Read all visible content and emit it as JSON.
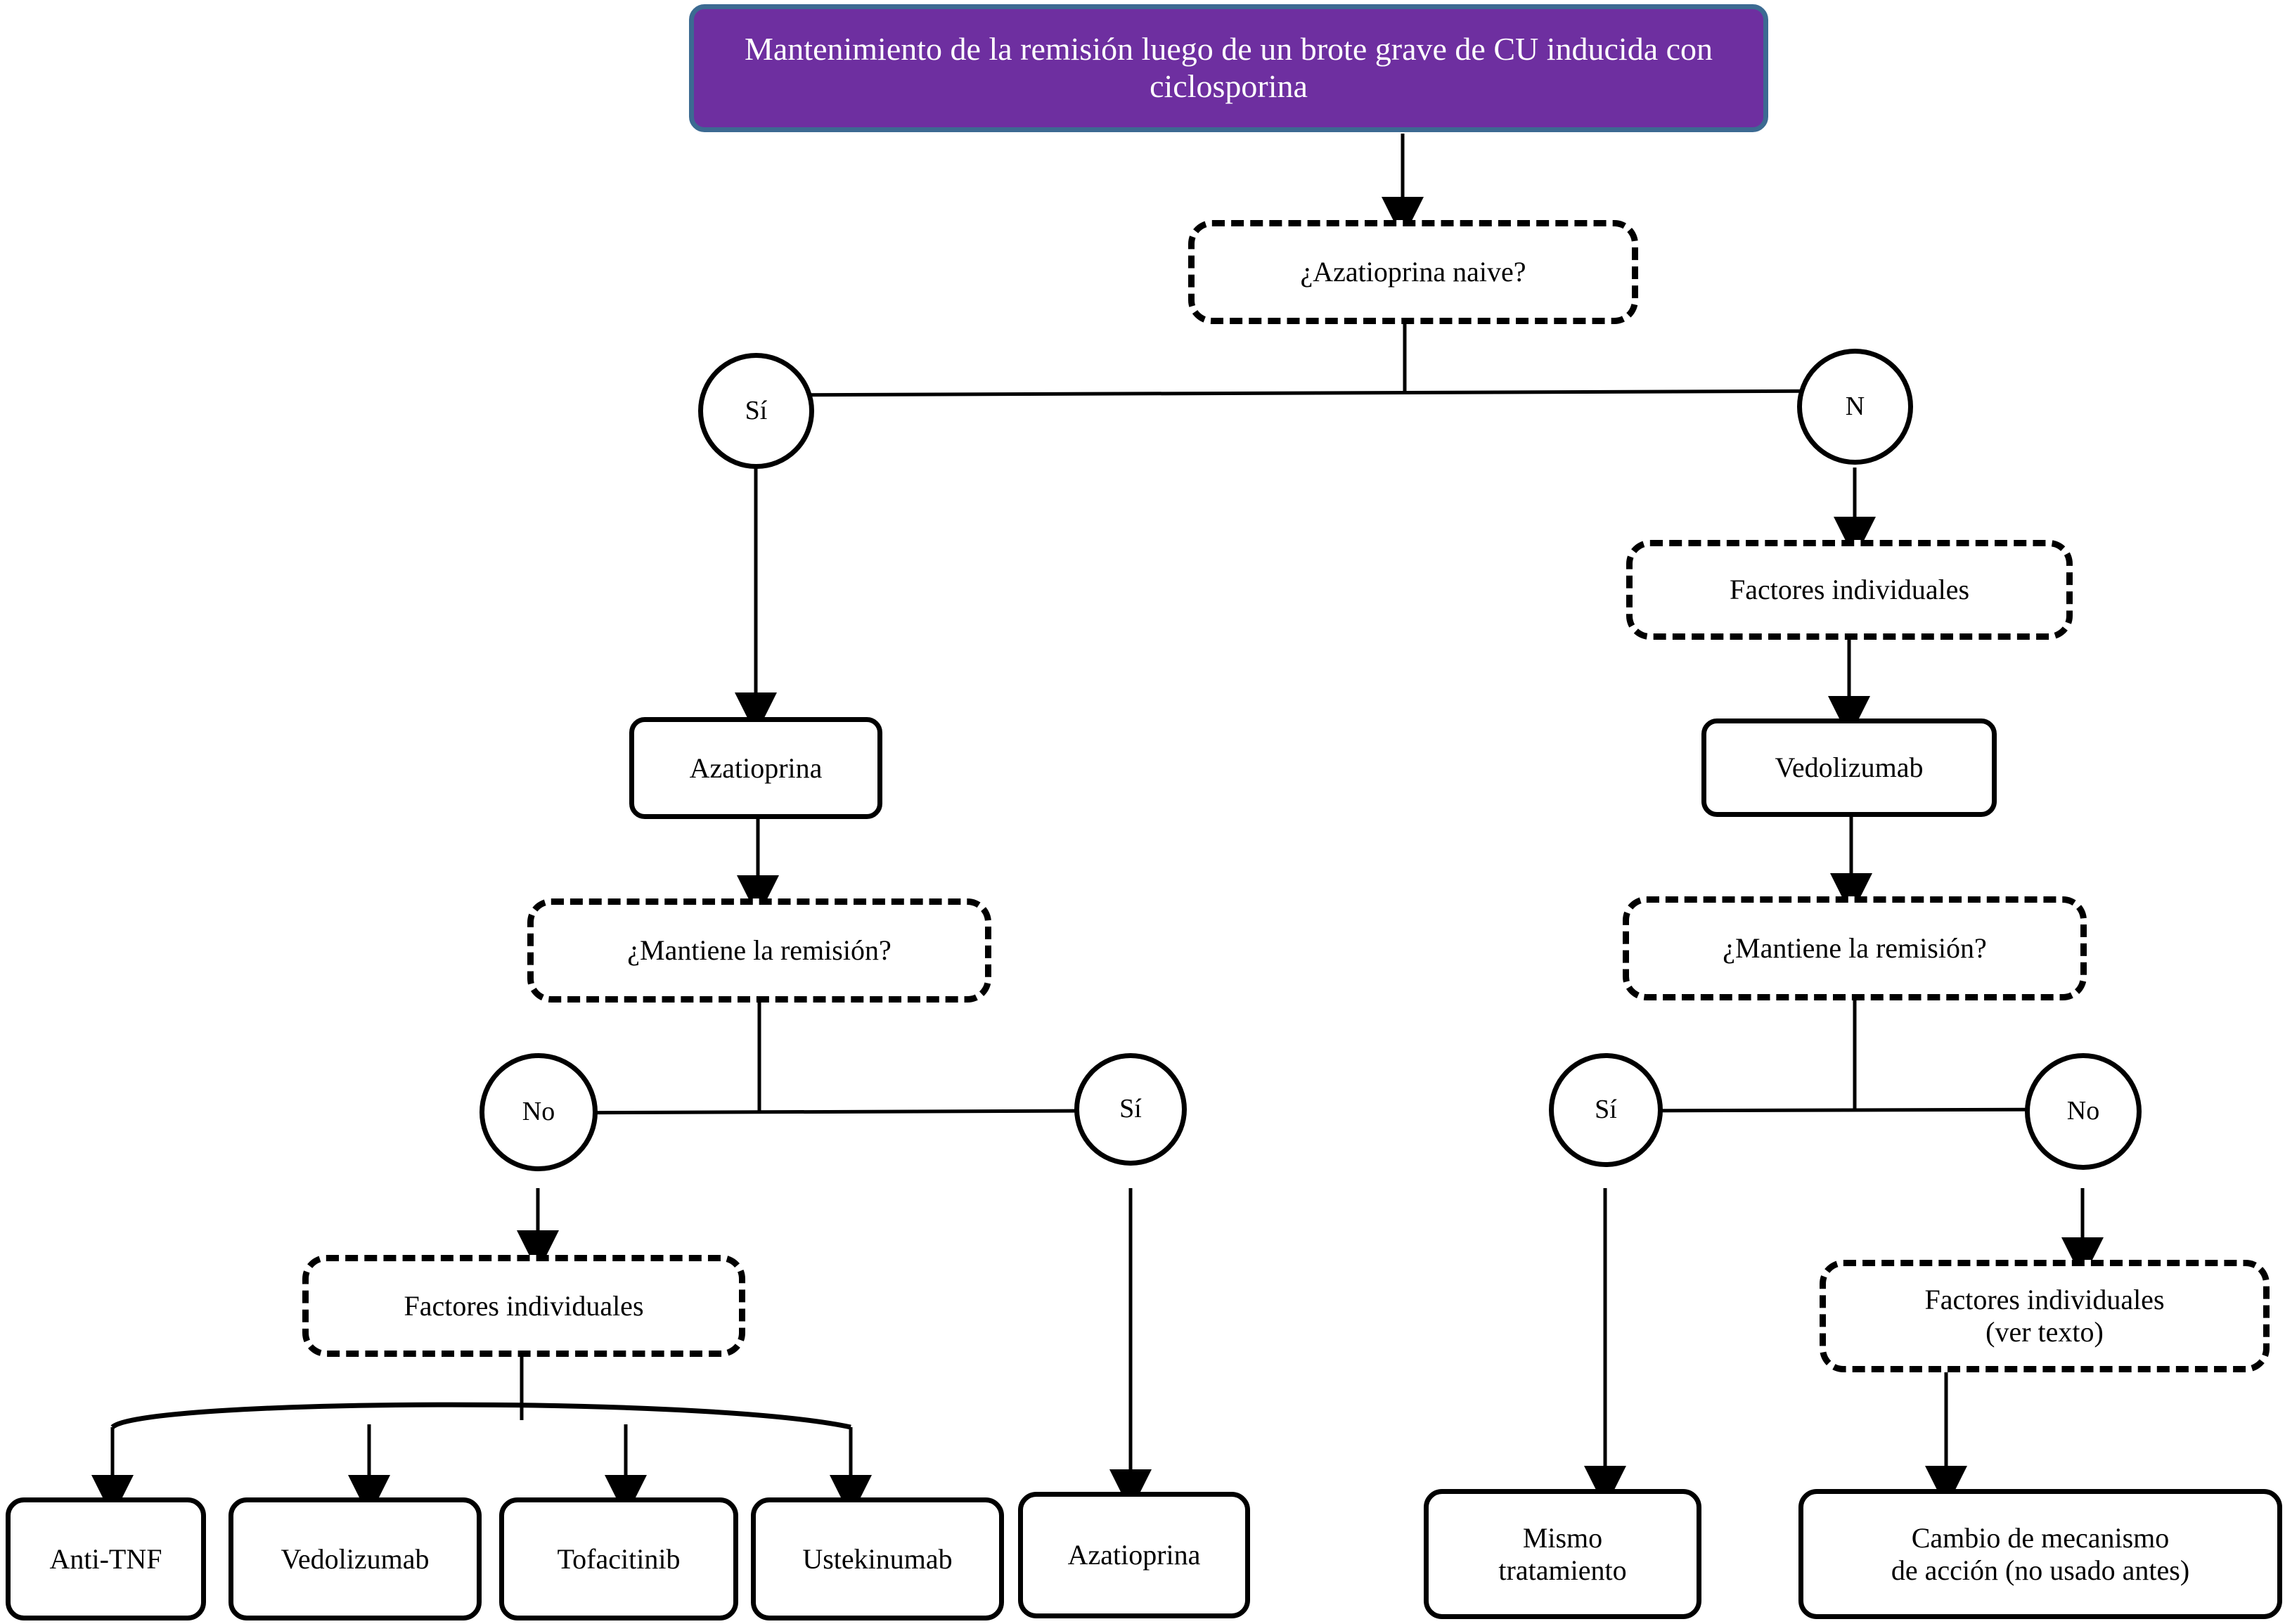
{
  "diagram": {
    "title": "Mantenimiento de la remisión luego de un brote grave de CU inducida con ciclosporina",
    "colors": {
      "title_fill": "#6E2FA0",
      "title_border": "#3C6A92",
      "title_text": "#FFFFFF",
      "node_stroke": "#000000",
      "node_fill": "#FFFFFF",
      "background": "#FFFFFF"
    },
    "nodes": {
      "title": "Mantenimiento de la remisión luego de un brote grave de CU inducida con ciclosporina",
      "decision_azatioprina_naive": "¿Azatioprina naive?",
      "branch_naive_si": "Sí",
      "branch_naive_no": "N",
      "process_azatioprina": "Azatioprina",
      "decision_mantiene_izq": "¿Mantiene la remisión?",
      "branch_mantiene_izq_no": "No",
      "branch_mantiene_izq_si": "Sí",
      "factores_individuales_izq": "Factores individuales",
      "factores_individuales_der": "Factores individuales",
      "process_vedolizumab": "Vedolizumab",
      "decision_mantiene_der": "¿Mantiene la remisión?",
      "branch_mantiene_der_si": "Sí",
      "branch_mantiene_der_no": "No",
      "factores_individuales_ver_texto_line1": "Factores individuales",
      "factores_individuales_ver_texto_line2": "(ver texto)",
      "term_anti_tnf": "Anti-TNF",
      "term_vedolizumab": "Vedolizumab",
      "term_tofacitinib": "Tofacitinib",
      "term_ustekinumab": "Ustekinumab",
      "term_azatioprina": "Azatioprina",
      "term_mismo_tratamiento_line1": "Mismo",
      "term_mismo_tratamiento_line2": "tratamiento",
      "term_cambio_mecanismo_line1": "Cambio de mecanismo",
      "term_cambio_mecanismo_line2": "de acción (no usado antes)"
    }
  }
}
